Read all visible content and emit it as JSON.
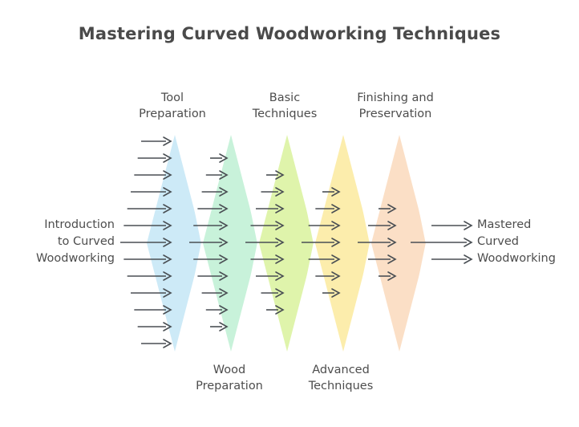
{
  "title": "Mastering Curved Woodworking Techniques",
  "input": {
    "label": "Introduction\nto Curved\nWoodworking"
  },
  "output": {
    "label": "Mastered\nCurved\nWoodworking"
  },
  "stages": [
    {
      "label": "Tool\nPreparation",
      "position": "top",
      "color": "#cdeaf7",
      "arrows_in": 13
    },
    {
      "label": "Wood\nPreparation",
      "position": "bottom",
      "color": "#c8f2da",
      "arrows_in": 11
    },
    {
      "label": "Basic\nTechniques",
      "position": "top",
      "color": "#dff4ab",
      "arrows_in": 9
    },
    {
      "label": "Advanced\nTechniques",
      "position": "bottom",
      "color": "#fcedac",
      "arrows_in": 7
    },
    {
      "label": "Finishing and\nPreservation",
      "position": "top",
      "color": "#fbdfc6",
      "arrows_in": 5
    }
  ],
  "output_arrows": 3,
  "colors": {
    "title": "#4a4a4a",
    "label": "#4d4d4d",
    "arrow": "#4a4f54",
    "background": "#ffffff",
    "seam": "#ffffff"
  },
  "chart_data": {
    "type": "funnel",
    "title": "Mastering Curved Woodworking Techniques",
    "stage_names": [
      "Tool Preparation",
      "Wood Preparation",
      "Basic Techniques",
      "Advanced Techniques",
      "Finishing and Preservation"
    ],
    "stage_colors": [
      "#cdeaf7",
      "#c8f2da",
      "#dff4ab",
      "#fcedac",
      "#fbdfc6"
    ],
    "arrow_counts": [
      13,
      11,
      9,
      7,
      5,
      3
    ],
    "start_label": "Introduction to Curved Woodworking",
    "end_label": "Mastered Curved Woodworking"
  }
}
